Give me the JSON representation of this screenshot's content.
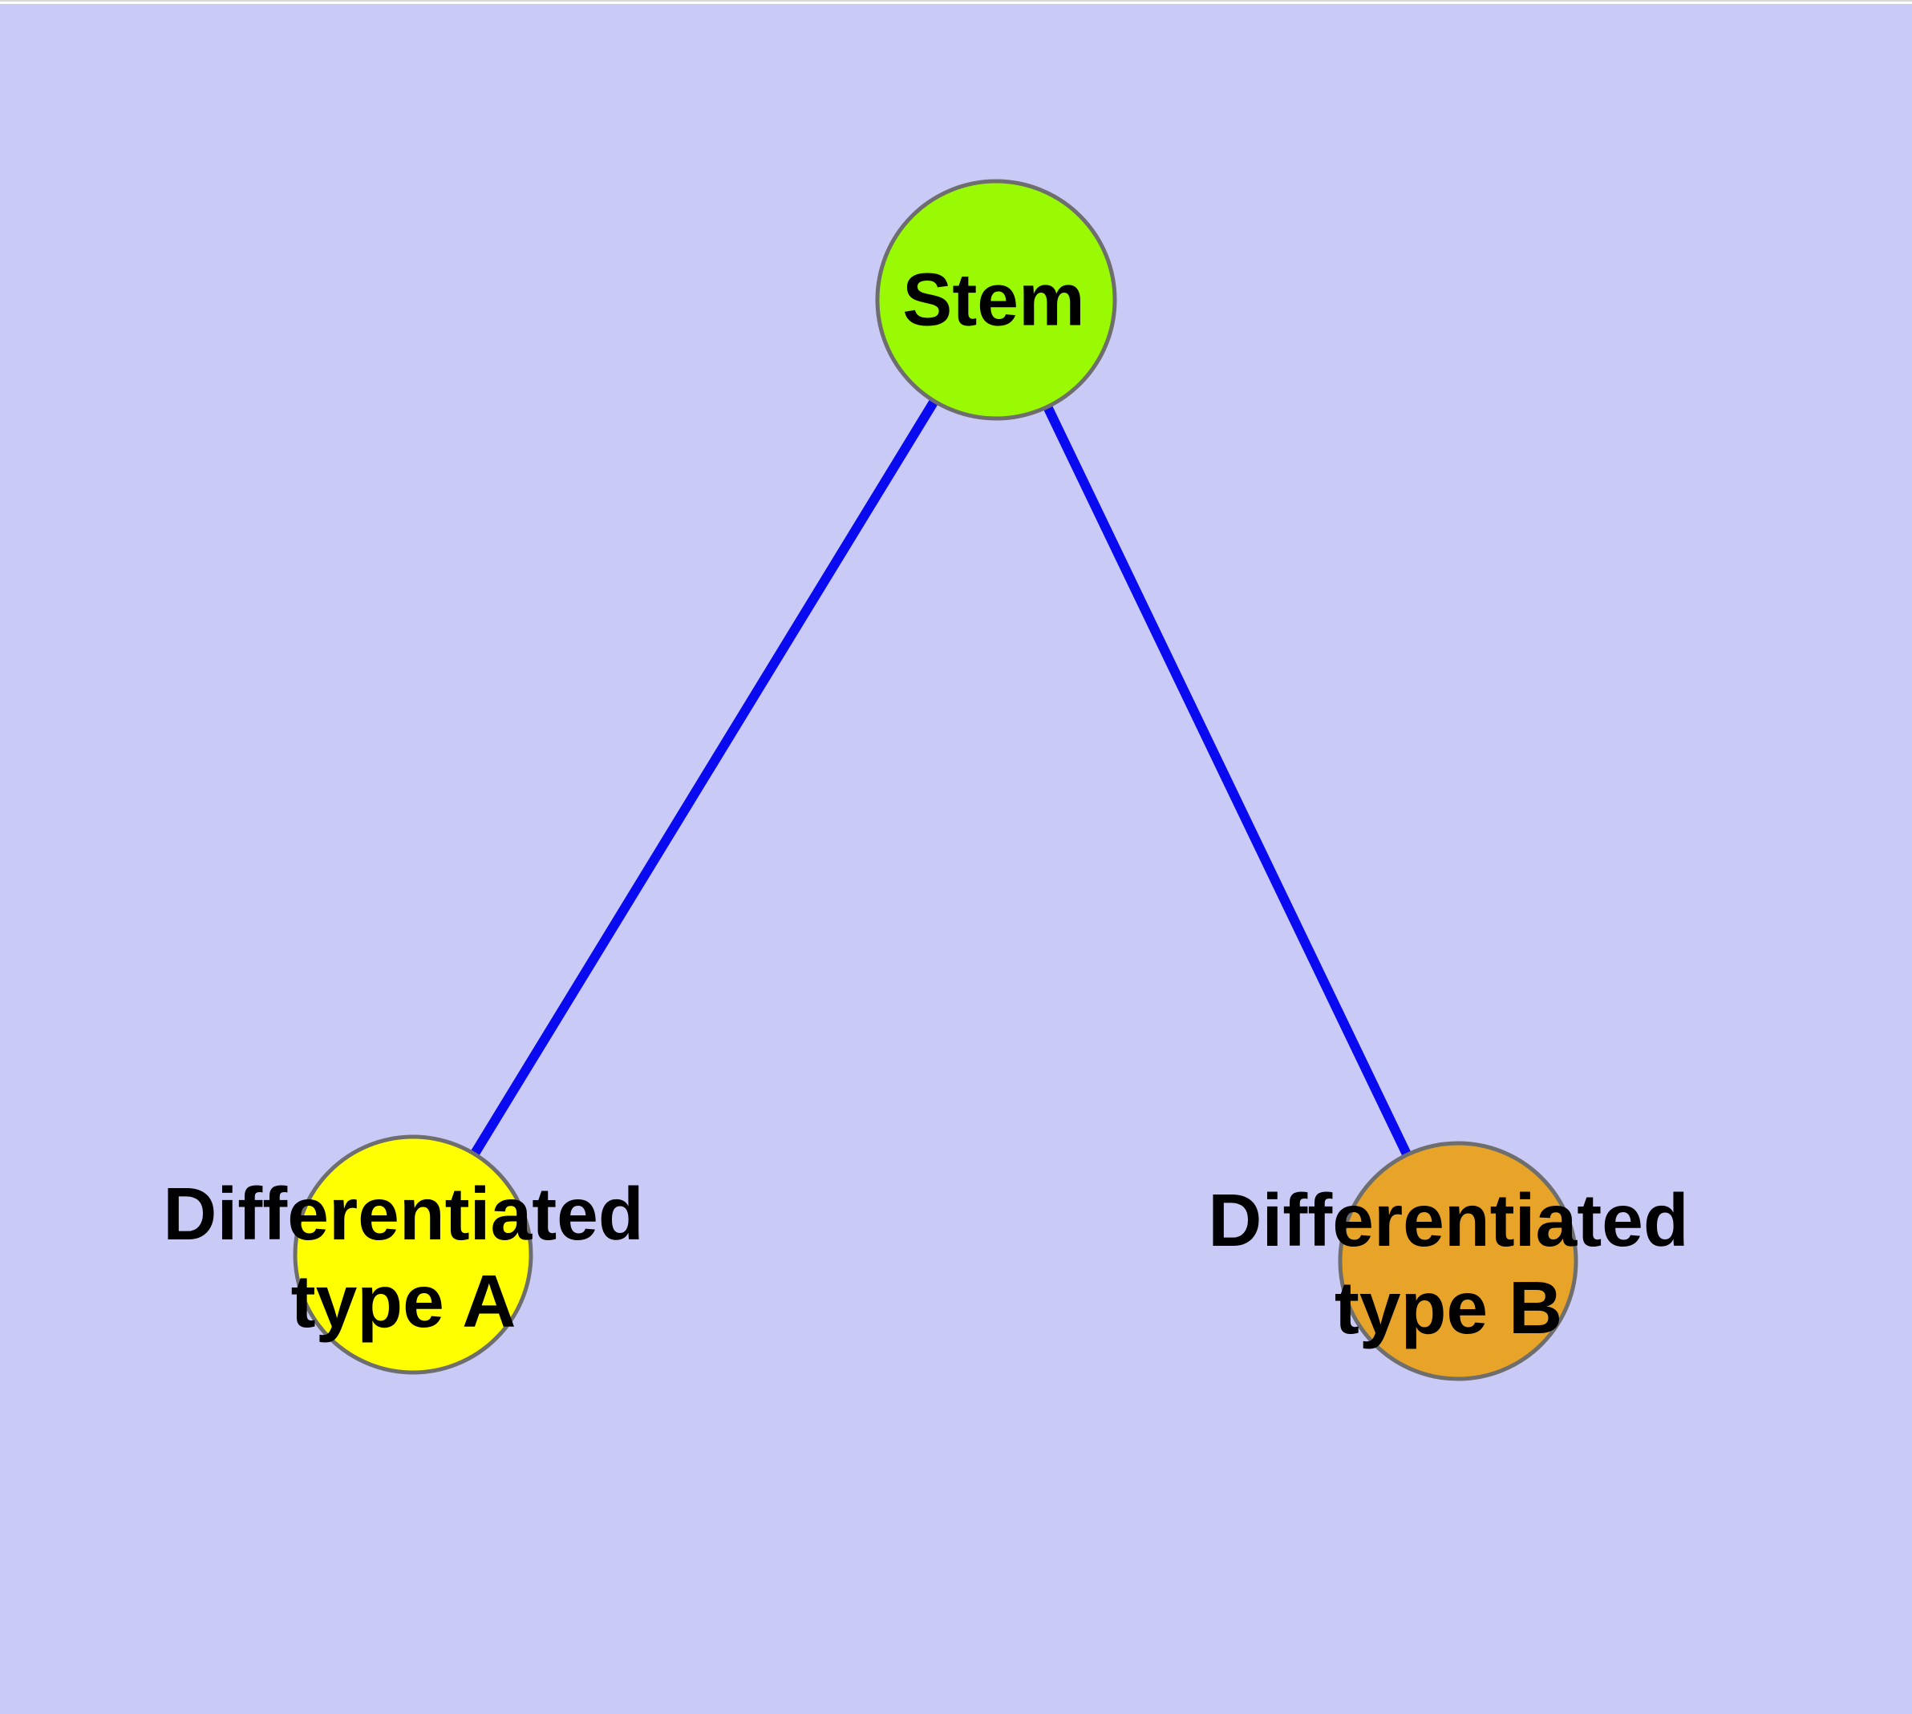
{
  "diagram": {
    "background_color": "#CACAF6",
    "edge_color": "#0A0AF0",
    "node_border_color": "#6E6E6E",
    "text_color": "#000000",
    "nodes": [
      {
        "id": "stem",
        "label": "Stem",
        "label_line1": "Stem",
        "label_line2": "",
        "fill": "#99FA04"
      },
      {
        "id": "type_a",
        "label": "Differentiated type A",
        "label_line1": "Differentiated",
        "label_line2": "type A",
        "fill": "#FFFF00"
      },
      {
        "id": "type_b",
        "label": "Differentiated type B",
        "label_line1": "Differentiated",
        "label_line2": "type B",
        "fill": "#E8A428"
      }
    ],
    "edges": [
      {
        "from": "Stem",
        "to": "Differentiated type A"
      },
      {
        "from": "Stem",
        "to": "Differentiated type B"
      }
    ]
  }
}
